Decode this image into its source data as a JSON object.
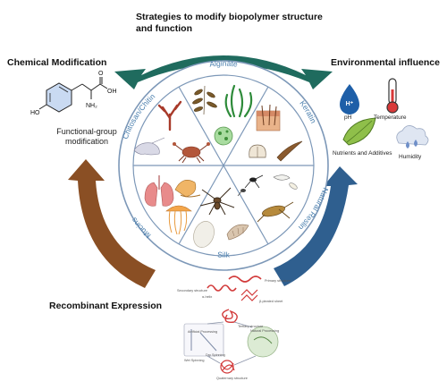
{
  "title": "Strategies to modify biopolymer structure and function",
  "title_line1": "Strategies to modify biopolymer structure",
  "title_line2": "and function",
  "chemical": {
    "heading": "Chemical Modification",
    "oh": "HO",
    "oh_acid": "OH",
    "carbonyl_o": "O",
    "amine": "NH₂",
    "caption_line1": "Functional-group",
    "caption_line2": "modification"
  },
  "environment": {
    "heading": "Environmental influence",
    "ph_symbol": "H⁺",
    "ph": "pH",
    "temperature": "Temperature",
    "nutrients": "Nutrients and Additives",
    "humidity": "Humidity"
  },
  "recombinant": {
    "heading": "Recombinant Expression",
    "primary": "Primary structure",
    "secondary": "Secondary structure",
    "helix": "α-helix",
    "sheet": "β-pleated sheet",
    "tertiary": "Tertiary structure",
    "artificial": "Artificial Processing",
    "natural": "Natural Processing",
    "wet": "Wet Spinning",
    "dry": "Dry Spinning",
    "quaternary": "Quaternary structure"
  },
  "wheel": {
    "alginate": "Alginate",
    "keratin": "Keratin",
    "natural_reslin": "Natural Reslin",
    "silk": "Silk",
    "mucins": "Mucins",
    "chitosan": "Chitosan/Chitin"
  },
  "colors": {
    "teal_arrow": "#1f6b5e",
    "blue_arrow": "#2f5f8f",
    "brown_arrow_top": "#8a4f24",
    "brown_arrow_bottom": "#7a4520",
    "wheel_label": "#4a7fae",
    "wheel_border": "#7d98b8"
  }
}
